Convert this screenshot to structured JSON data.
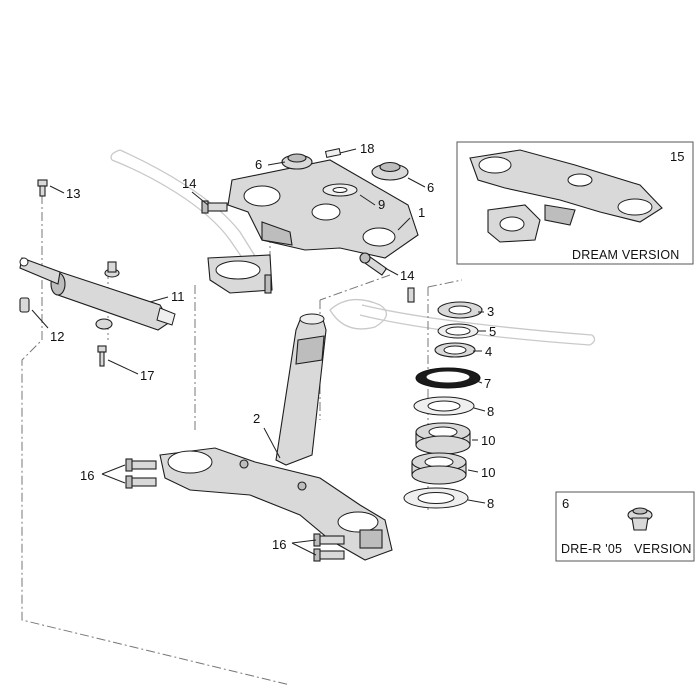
{
  "callouts": {
    "c1": "1",
    "c2": "2",
    "c3": "3",
    "c4": "4",
    "c5": "5",
    "c6a": "6",
    "c6b": "6",
    "c6c": "6",
    "c7": "7",
    "c8a": "8",
    "c8b": "8",
    "c9": "9",
    "c10a": "10",
    "c10b": "10",
    "c11": "11",
    "c12": "12",
    "c13": "13",
    "c14a": "14",
    "c14b": "14",
    "c15": "15",
    "c16a": "16",
    "c16b": "16",
    "c17": "17",
    "c18": "18"
  },
  "insets": {
    "dream": {
      "label": "DREAM VERSION"
    },
    "dre_r": {
      "label_left": "DRE-R '05",
      "label_right": "VERSION"
    }
  }
}
